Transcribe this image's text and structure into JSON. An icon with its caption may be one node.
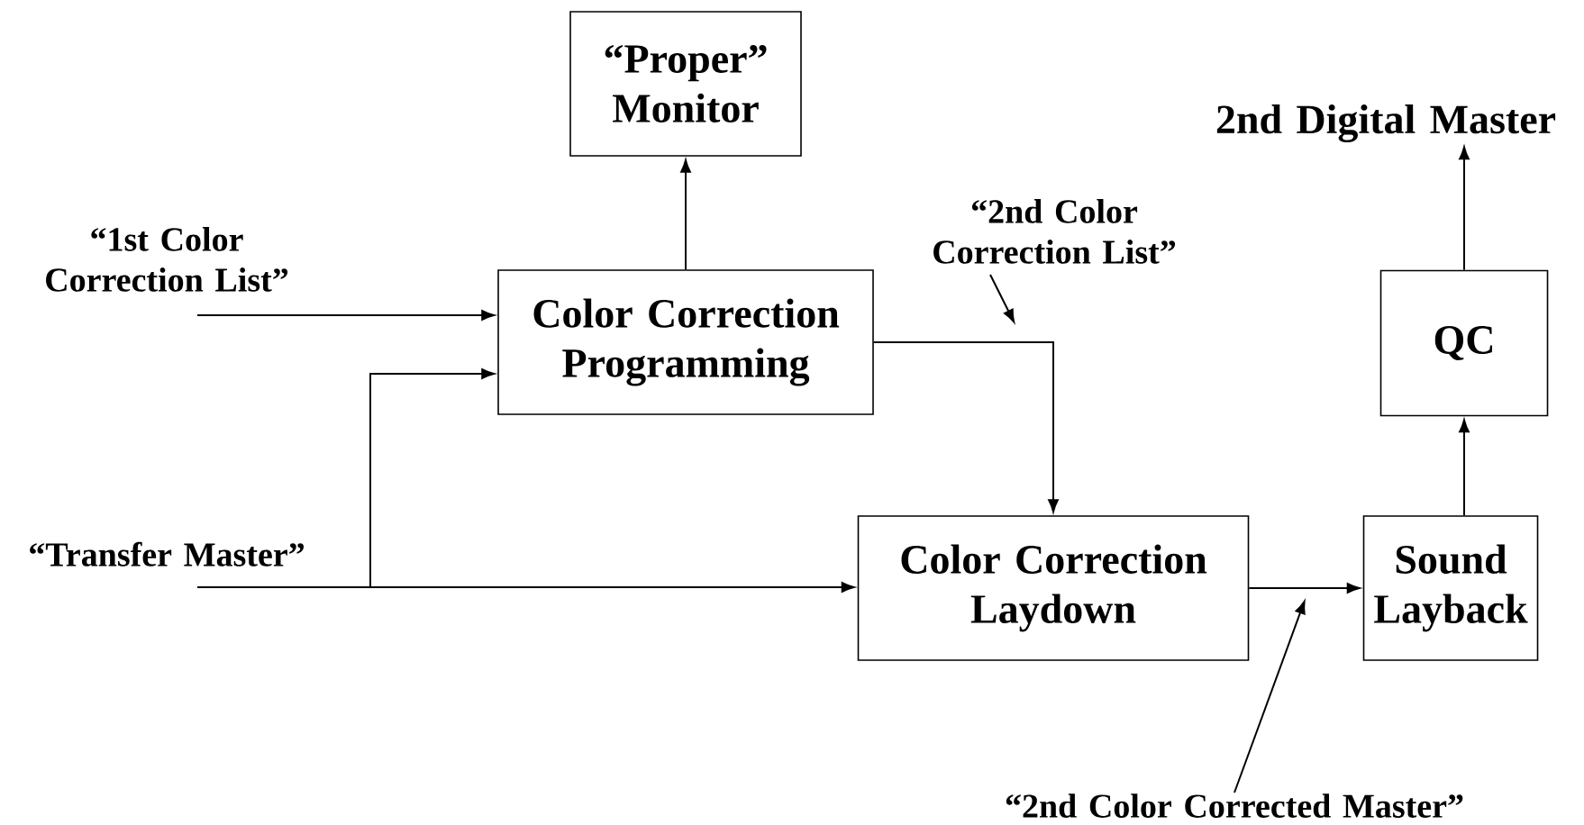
{
  "diagram": {
    "nodes": [
      {
        "text": [
          "“Proper” Monitor"
        ]
      },
      {
        "text": [
          "2nd Digital Master"
        ]
      },
      {
        "text": [
          "“2nd Color Correction List”"
        ]
      },
      {
        "text": [
          "“1st Color Correction List”"
        ]
      },
      {
        "text": [
          "Color Correction Programming"
        ]
      },
      {
        "text": [
          "QC"
        ]
      },
      {
        "text": [
          "“Transfer Master”"
        ]
      },
      {
        "text": [
          "Color Correction Laydown"
        ]
      },
      {
        "text": [
          "Sound Layback"
        ]
      },
      {
        "text": [
          "“2nd Color Corrected Master”"
        ]
      }
    ],
    "edges": [
      {
        "from": 4,
        "to": 0,
        "arrow": "to"
      },
      {
        "from": 3,
        "to": 4,
        "arrow": "to"
      },
      {
        "from": 6,
        "to": 4,
        "arrow": "to"
      },
      {
        "from": 6,
        "to": 7,
        "arrow": "to"
      },
      {
        "from": 4,
        "to": 7,
        "arrow": "to"
      },
      {
        "from": 2,
        "to": null,
        "arrow": "to"
      },
      {
        "from": 7,
        "to": 8,
        "arrow": "to"
      },
      {
        "from": 9,
        "to": null,
        "arrow": "to"
      },
      {
        "from": 8,
        "to": 5,
        "arrow": "to"
      },
      {
        "from": 5,
        "to": 1,
        "arrow": "to"
      }
    ]
  }
}
